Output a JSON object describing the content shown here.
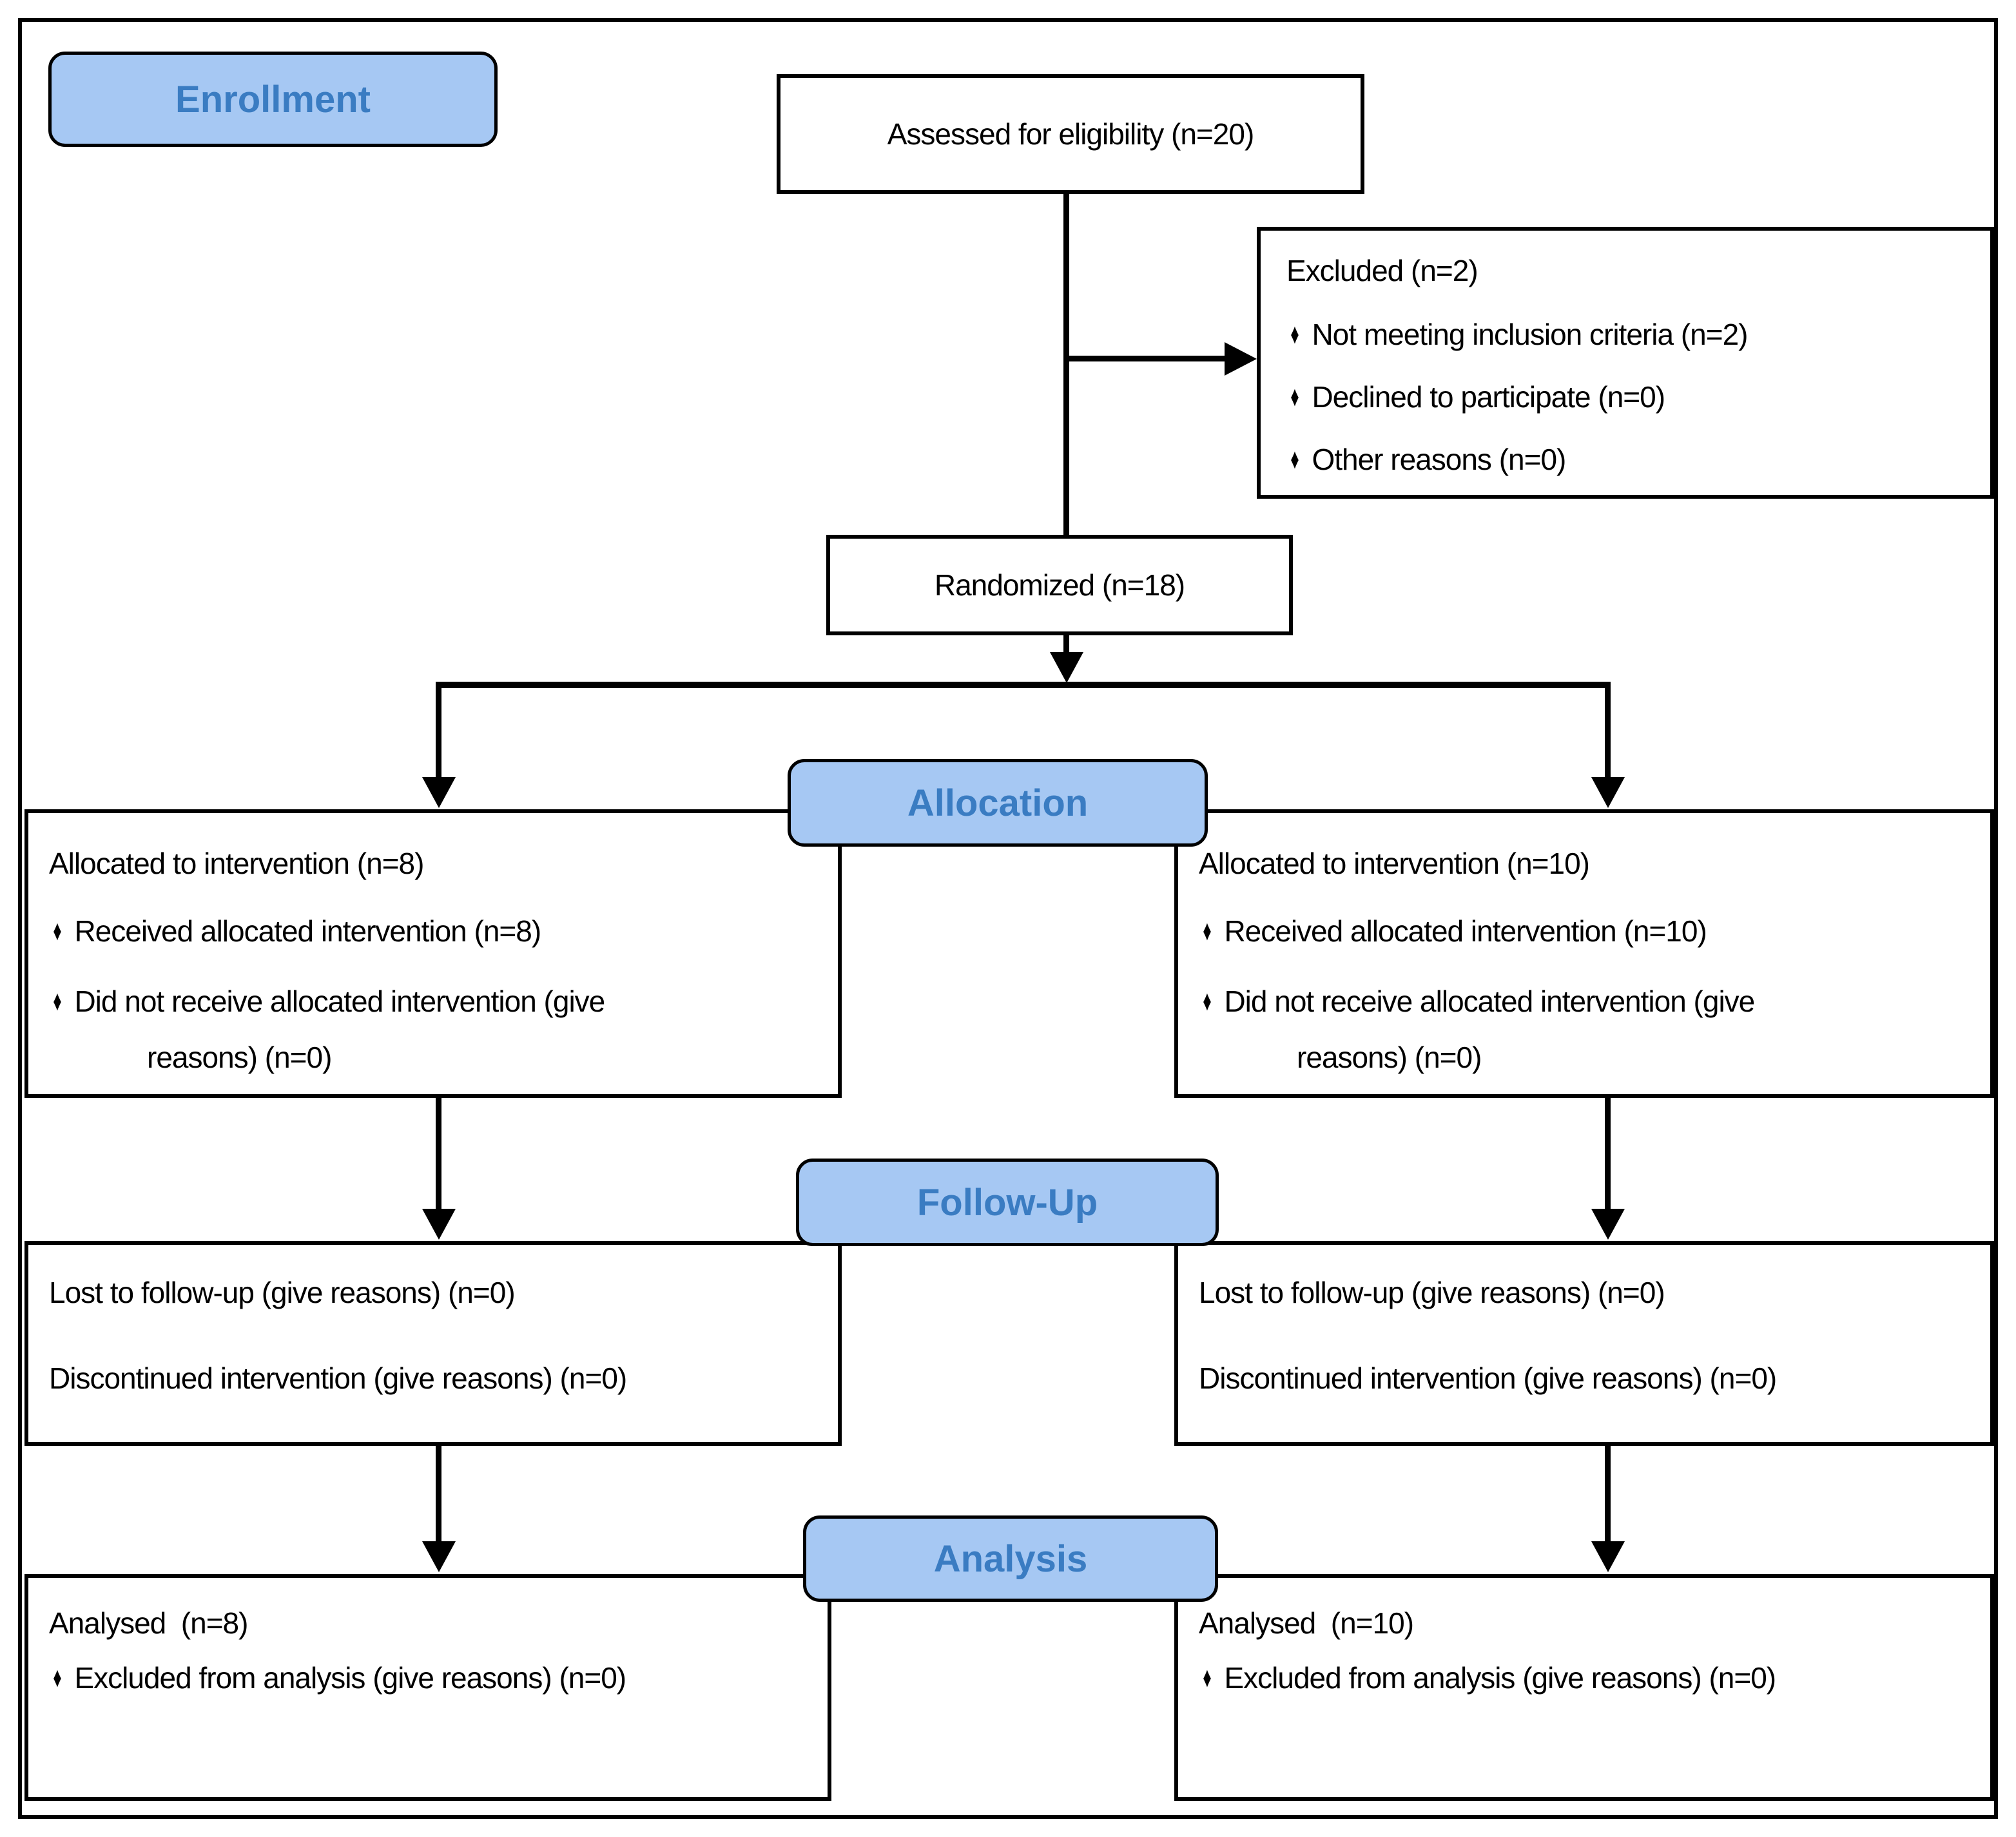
{
  "diagram": {
    "headers": {
      "enrollment": "Enrollment",
      "allocation": "Allocation",
      "followup": "Follow-Up",
      "analysis": "Analysis"
    },
    "assessed": {
      "text": "Assessed for eligibility (n=20)"
    },
    "excluded": {
      "title": "Excluded (n=2)",
      "bullets": [
        "Not meeting inclusion criteria (n=2)",
        "Declined to participate (n=0)",
        "Other reasons (n=0)"
      ]
    },
    "randomized": {
      "text": "Randomized (n=18)"
    },
    "allocation_left": {
      "title": "Allocated to intervention (n=8)",
      "bullet1": "Received allocated intervention (n=8)",
      "bullet2_line1": "Did not receive allocated intervention (give",
      "bullet2_line2": "reasons) (n=0)"
    },
    "allocation_right": {
      "title": "Allocated to intervention (n=10)",
      "bullet1": "Received allocated intervention (n=10)",
      "bullet2_line1": "Did not receive allocated intervention (give",
      "bullet2_line2": "reasons) (n=0)"
    },
    "followup_left": {
      "line1": "Lost to follow-up (give reasons) (n=0)",
      "line2": "Discontinued intervention (give reasons) (n=0)"
    },
    "followup_right": {
      "line1": "Lost to follow-up (give reasons) (n=0)",
      "line2": "Discontinued intervention (give reasons) (n=0)"
    },
    "analysis_left": {
      "title": "Analysed  (n=8)",
      "bullet1": "Excluded from analysis (give reasons) (n=0)"
    },
    "analysis_right": {
      "title": "Analysed  (n=10)",
      "bullet1": "Excluded from analysis (give reasons) (n=0)"
    },
    "bullet_glyph": "♦",
    "colors": {
      "header_fill": "#a6c8f3",
      "header_text": "#3a7cc2",
      "line": "#000000"
    }
  }
}
